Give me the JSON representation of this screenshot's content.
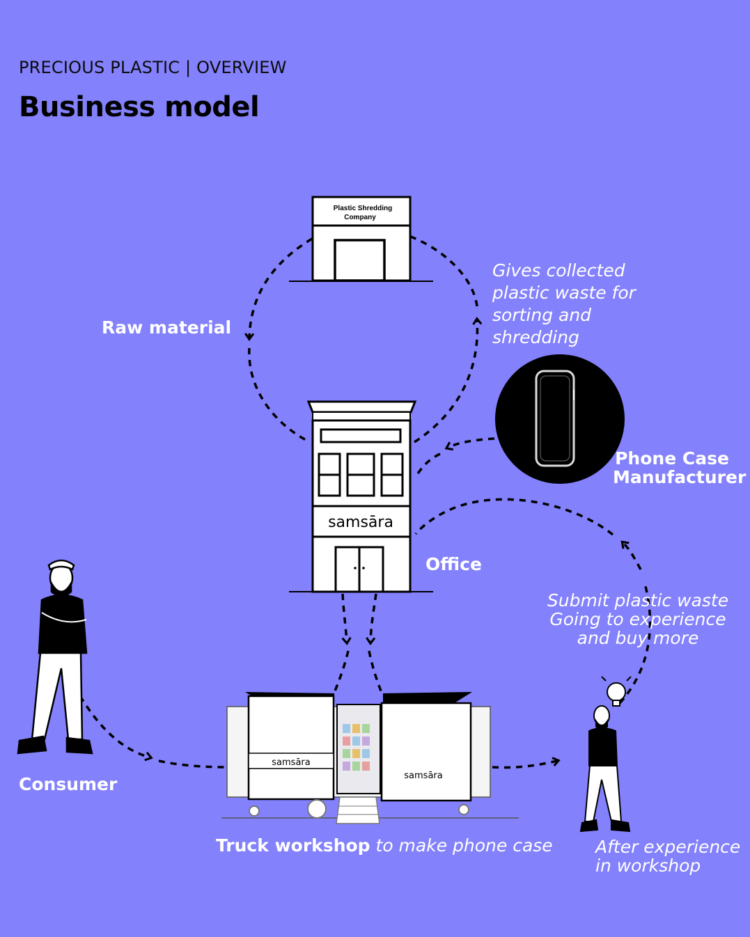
{
  "header": {
    "eyebrow": "PRECIOUS PLASTIC | OVERVIEW",
    "title": "Business model"
  },
  "diagram": {
    "shredder": {
      "sign_line1": "Plastic Shredding",
      "sign_line2": "Company"
    },
    "office": {
      "brand": "samsāra",
      "label": "Office"
    },
    "raw_material_label": "Raw material",
    "gives_note": [
      "Gives collected",
      "plastic waste for",
      "sorting and",
      "shredding"
    ],
    "phone_case": {
      "label_line1": "Phone Case",
      "label_line2": "Manufacturer"
    },
    "submit_note": [
      "Submit plastic waste",
      "Going to experience",
      "and buy more"
    ],
    "consumer_label": "Consumer",
    "truck": {
      "brand_left": "samsāra",
      "brand_right": "samsāra",
      "label_bold": "Truck workshop",
      "label_rest": "to make phone case"
    },
    "after_note": [
      "After experience",
      "in workshop"
    ]
  },
  "colors": {
    "background": "#8381fb",
    "ink": "#000000",
    "text_light": "#ffffff"
  }
}
